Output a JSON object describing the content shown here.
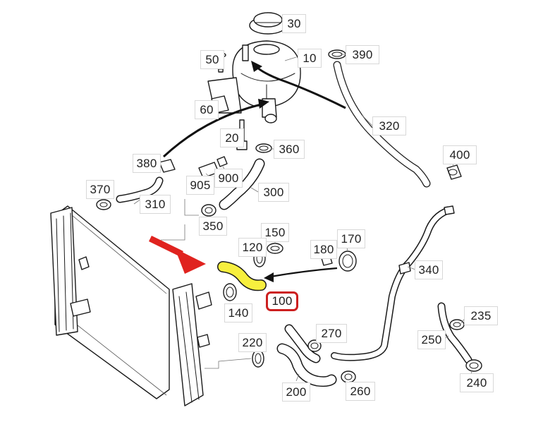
{
  "highlight": {
    "selected_label": "100",
    "hose_color": "#f7ef3e",
    "arrow_color": "#e0231f",
    "outline_color": "#cc1f1f"
  },
  "callouts": {
    "c30": "30",
    "c50": "50",
    "c10": "10",
    "c390": "390",
    "c60": "60",
    "c320": "320",
    "c20": "20",
    "c360": "360",
    "c380": "380",
    "c400": "400",
    "c905": "905",
    "c900": "900",
    "c300": "300",
    "c370": "370",
    "c310": "310",
    "c350": "350",
    "c150": "150",
    "c120": "120",
    "c170": "170",
    "c180": "180",
    "c340": "340",
    "c100": "100",
    "c140": "140",
    "c235": "235",
    "c270": "270",
    "c220": "220",
    "c250": "250",
    "c200": "200",
    "c260": "260",
    "c240": "240"
  }
}
